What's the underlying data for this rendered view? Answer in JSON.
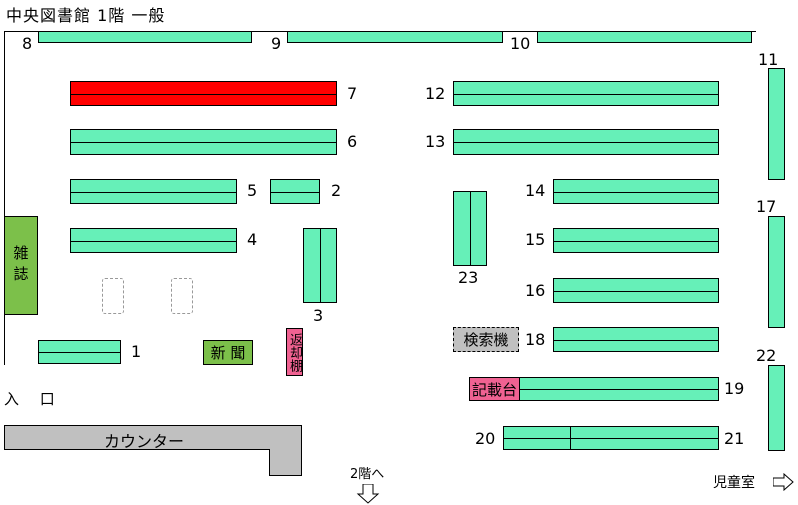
{
  "title": "中央図書館 1階 一般",
  "shelf_numbers": [
    "8",
    "9",
    "10",
    "11",
    "7",
    "12",
    "6",
    "13",
    "5",
    "2",
    "14",
    "17",
    "4",
    "15",
    "23",
    "3",
    "16",
    "18",
    "1",
    "22",
    "19",
    "20",
    "21"
  ],
  "areas": {
    "magazine": "雑誌",
    "newspaper": "新 聞",
    "return_shelf": "返却棚",
    "search_terminal": "検索機",
    "writing_desk": "記載台",
    "entrance": "入 口",
    "counter": "カウンター",
    "to_second_floor": "2階へ",
    "childrens_room": "児童室"
  },
  "highlighted_shelf": "7",
  "colors": {
    "shelf": "#66f0b8",
    "highlight": "#ff0000",
    "green_area": "#7cc04a",
    "pink_area": "#f06292",
    "gray_area": "#c0c0c0"
  }
}
